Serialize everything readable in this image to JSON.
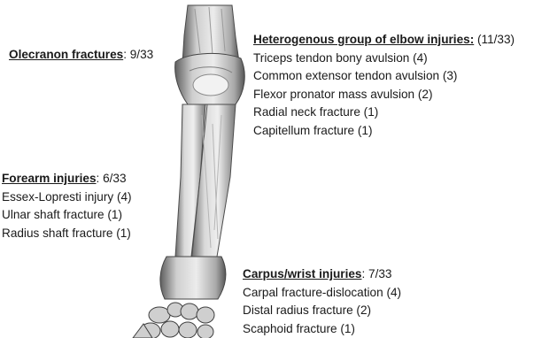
{
  "figure": {
    "illustration": "forearm-bones",
    "groups": [
      {
        "title": "Olecranon fractures",
        "separator": ": ",
        "count": "9/33",
        "items": []
      },
      {
        "title": "Heterogenous group of elbow injuries:",
        "separator": " ",
        "count": "(11/33)",
        "items": [
          "Triceps tendon bony avulsion (4)",
          "Common extensor tendon avulsion (3)",
          "Flexor pronator mass avulsion (2)",
          "Radial neck fracture (1)",
          "Capitellum fracture (1)"
        ]
      },
      {
        "title": "Forearm injuries",
        "separator": ": ",
        "count": "6/33",
        "items": [
          "Essex-Lopresti injury (4)",
          "Ulnar shaft fracture (1)",
          "Radius shaft fracture (1)"
        ]
      },
      {
        "title": "Carpus/wrist injuries",
        "separator": ": ",
        "count": "7/33",
        "items": [
          "Carpal fracture-dislocation (4)",
          "Distal radius fracture (2)",
          "Scaphoid fracture (1)"
        ]
      }
    ]
  }
}
